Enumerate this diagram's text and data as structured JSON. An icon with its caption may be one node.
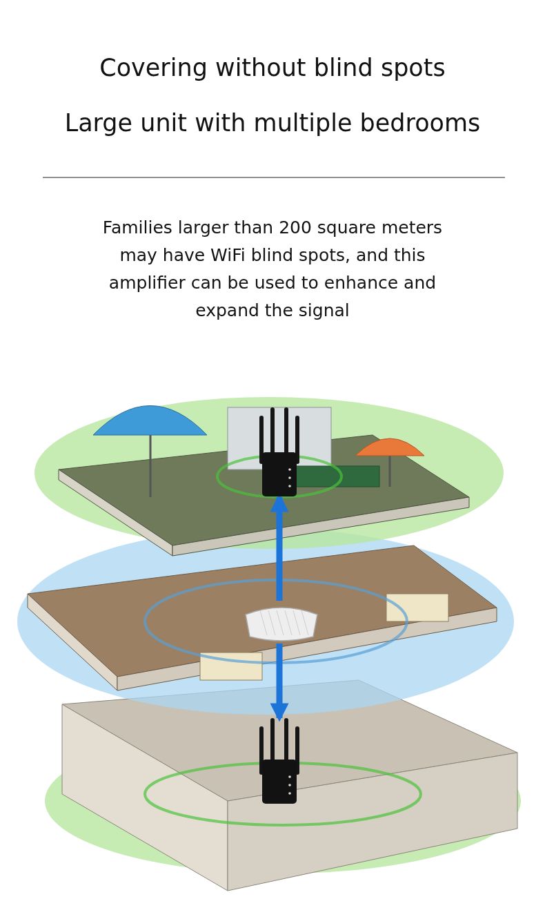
{
  "diagram": {
    "title": "Covering without blind spots",
    "nodes": [
      {
        "text": [],
        "shape": "picture"
      },
      {
        "text": [],
        "shape": "picture"
      },
      {
        "text": [],
        "shape": "picture"
      }
    ],
    "edges": [
      {
        "from": 1,
        "to": 0,
        "arrow": "to"
      },
      {
        "from": 1,
        "to": 2,
        "arrow": "to"
      }
    ],
    "labels": [
      "Large unit with multiple bedrooms",
      "Families larger than 200 square meters may have WiFi blind spots, and this amplifier can be used to enhance and expand the signal"
    ]
  }
}
